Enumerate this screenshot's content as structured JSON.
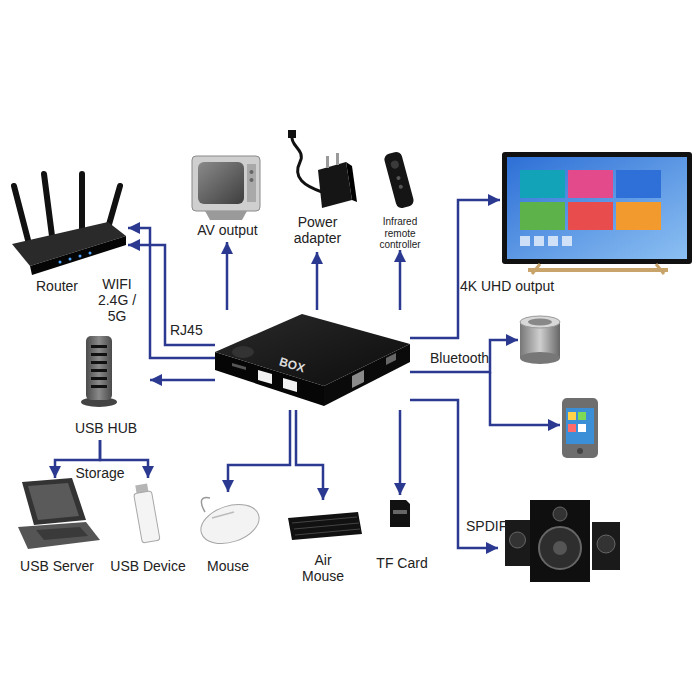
{
  "diagram": {
    "nodes": [
      {
        "text": [
          "Router"
        ]
      },
      {
        "text": [
          "AV output"
        ]
      },
      {
        "text": [
          "Power adapter"
        ]
      },
      {
        "text": [
          "Infrared remote controller"
        ]
      },
      {
        "text": [
          "4K UHD output"
        ]
      },
      {
        "text": [
          "BOX"
        ]
      },
      {
        "text": [
          "Bluetooth"
        ]
      },
      {
        "text": [
          "USB HUB"
        ]
      },
      {
        "text": [
          "SPDIF"
        ]
      },
      {
        "text": [
          "USB Server"
        ]
      },
      {
        "text": [
          "USB Device"
        ]
      },
      {
        "text": [
          "Mouse"
        ]
      },
      {
        "text": [
          "Air Mouse"
        ]
      },
      {
        "text": [
          "TF Card"
        ]
      }
    ],
    "edges": [
      {
        "from": 5,
        "to": 0,
        "arrow": "to",
        "label": "WIFI 2.4G / 5G"
      },
      {
        "from": 5,
        "to": 0,
        "arrow": "to",
        "label": "RJ45"
      },
      {
        "from": 5,
        "to": 1,
        "arrow": "to"
      },
      {
        "from": 5,
        "to": 2,
        "arrow": "to"
      },
      {
        "from": 5,
        "to": 3,
        "arrow": "to"
      },
      {
        "from": 5,
        "to": 4,
        "arrow": "to"
      },
      {
        "from": 5,
        "to": 6,
        "arrow": "to"
      },
      {
        "from": 5,
        "to": 7,
        "arrow": "to"
      },
      {
        "from": 5,
        "to": 8,
        "arrow": "to"
      },
      {
        "from": 7,
        "to": 9,
        "arrow": "to"
      },
      {
        "from": 7,
        "to": 10,
        "arrow": "to"
      },
      {
        "from": 5,
        "to": 11,
        "arrow": "to"
      },
      {
        "from": 5,
        "to": 12,
        "arrow": "to"
      },
      {
        "from": 5,
        "to": 13,
        "arrow": "to"
      }
    ],
    "labels": [
      "Storage"
    ]
  }
}
